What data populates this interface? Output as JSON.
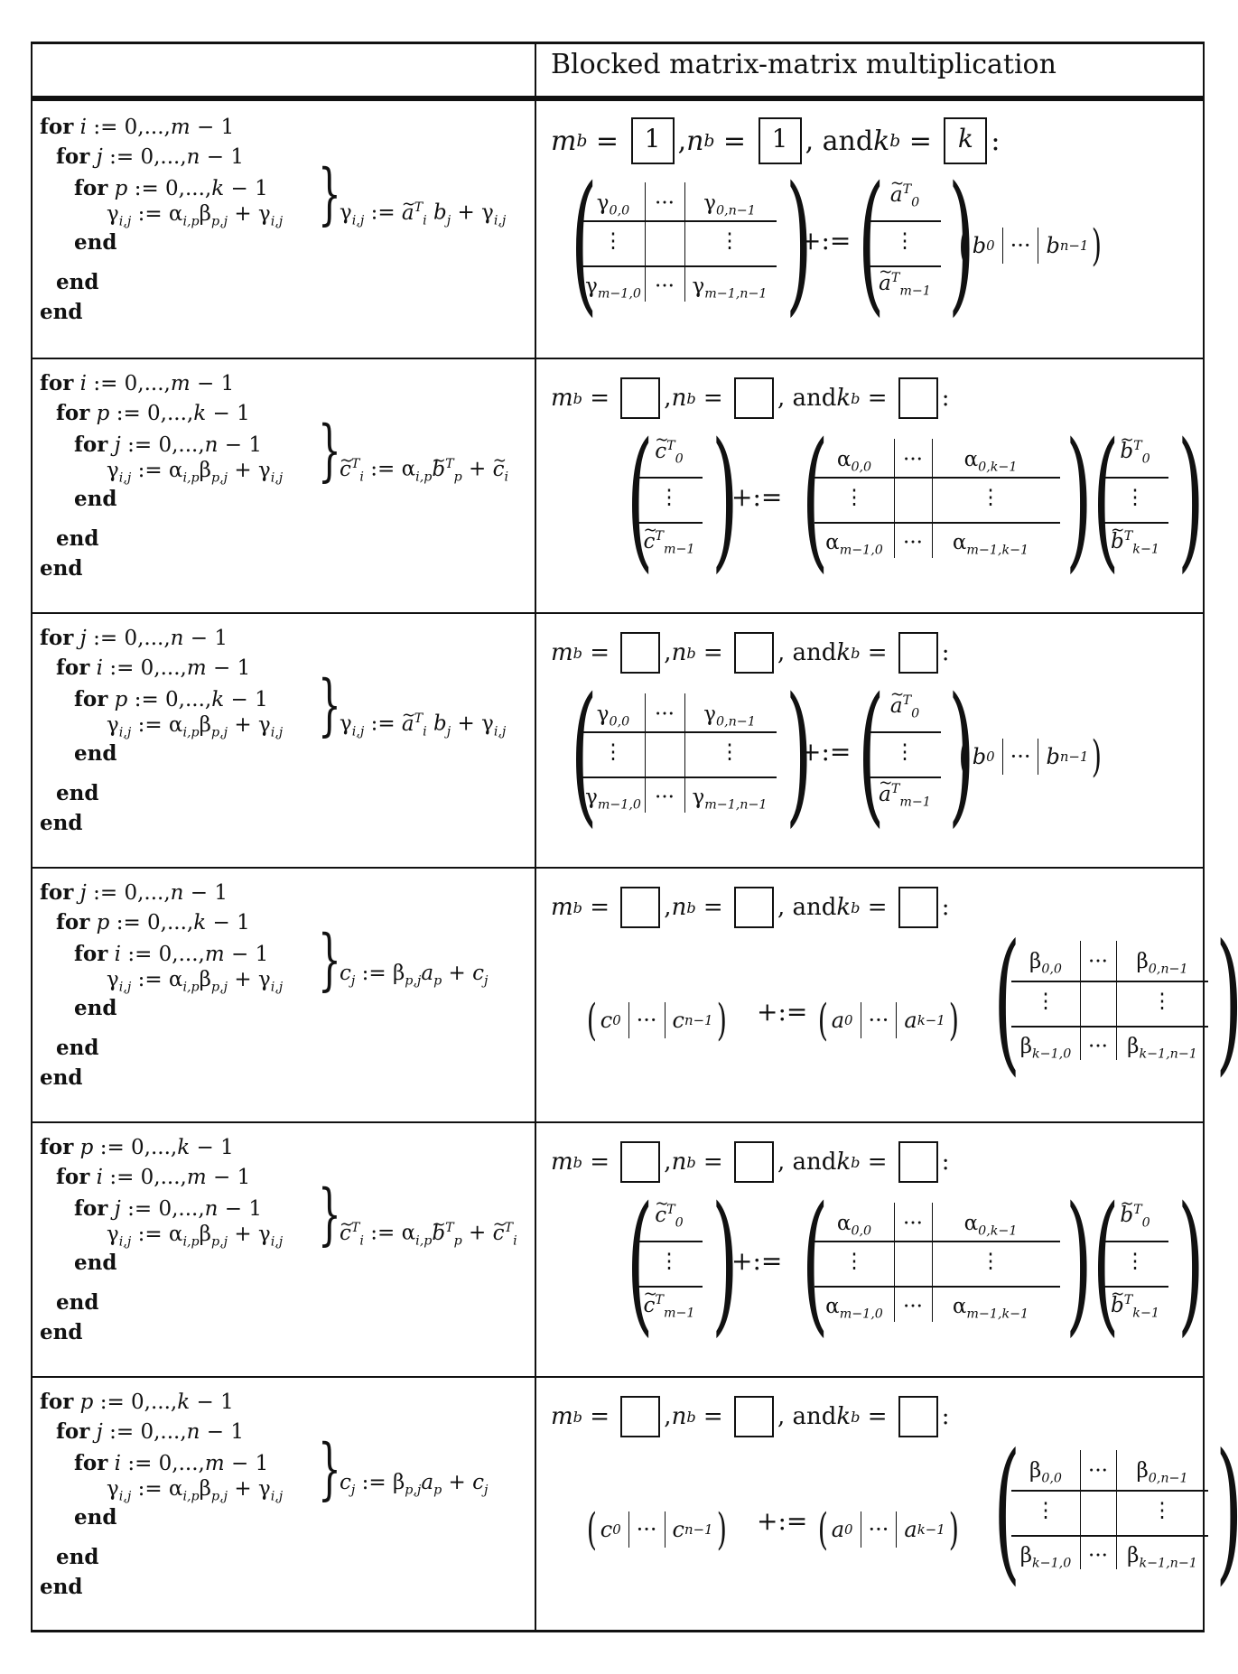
{
  "header": {
    "title": "Blocked matrix-matrix multiplication"
  },
  "rows": [
    {
      "loops": [
        "i",
        "j",
        "p"
      ],
      "update": "γi,j := ãiT bj + γi,j",
      "mb": "1",
      "nb": "1",
      "kb": "k",
      "form": "dot"
    },
    {
      "loops": [
        "i",
        "p",
        "j"
      ],
      "update": "c̃iT := αi,p b̃pT + c̃i",
      "mb": "",
      "nb": "",
      "kb": "",
      "form": "rowaxpy"
    },
    {
      "loops": [
        "j",
        "i",
        "p"
      ],
      "update": "γi,j := ãiT bj + γi,j",
      "mb": "",
      "nb": "",
      "kb": "",
      "form": "dot"
    },
    {
      "loops": [
        "j",
        "p",
        "i"
      ],
      "update": "cj := βp,j ap + cj",
      "mb": "",
      "nb": "",
      "kb": "",
      "form": "colaxpy"
    },
    {
      "loops": [
        "p",
        "i",
        "j"
      ],
      "update": "c̃iT := αi,p b̃pT + c̃iT",
      "mb": "",
      "nb": "",
      "kb": "",
      "form": "rowaxpy"
    },
    {
      "loops": [
        "p",
        "j",
        "i"
      ],
      "update": "cj := βp,j ap + cj",
      "mb": "",
      "nb": "",
      "kb": "",
      "form": "colaxpy"
    }
  ],
  "loop_bounds": {
    "i": "0,...,m − 1",
    "j": "0,...,n − 1",
    "p": "0,...,k − 1"
  },
  "labels": {
    "for": "for",
    "end": "end",
    "assign": ":=",
    "and": "and",
    "plus_assign": "+:=",
    "inner_stmt": "γi,j := αi,p βp,j + γi,j"
  }
}
